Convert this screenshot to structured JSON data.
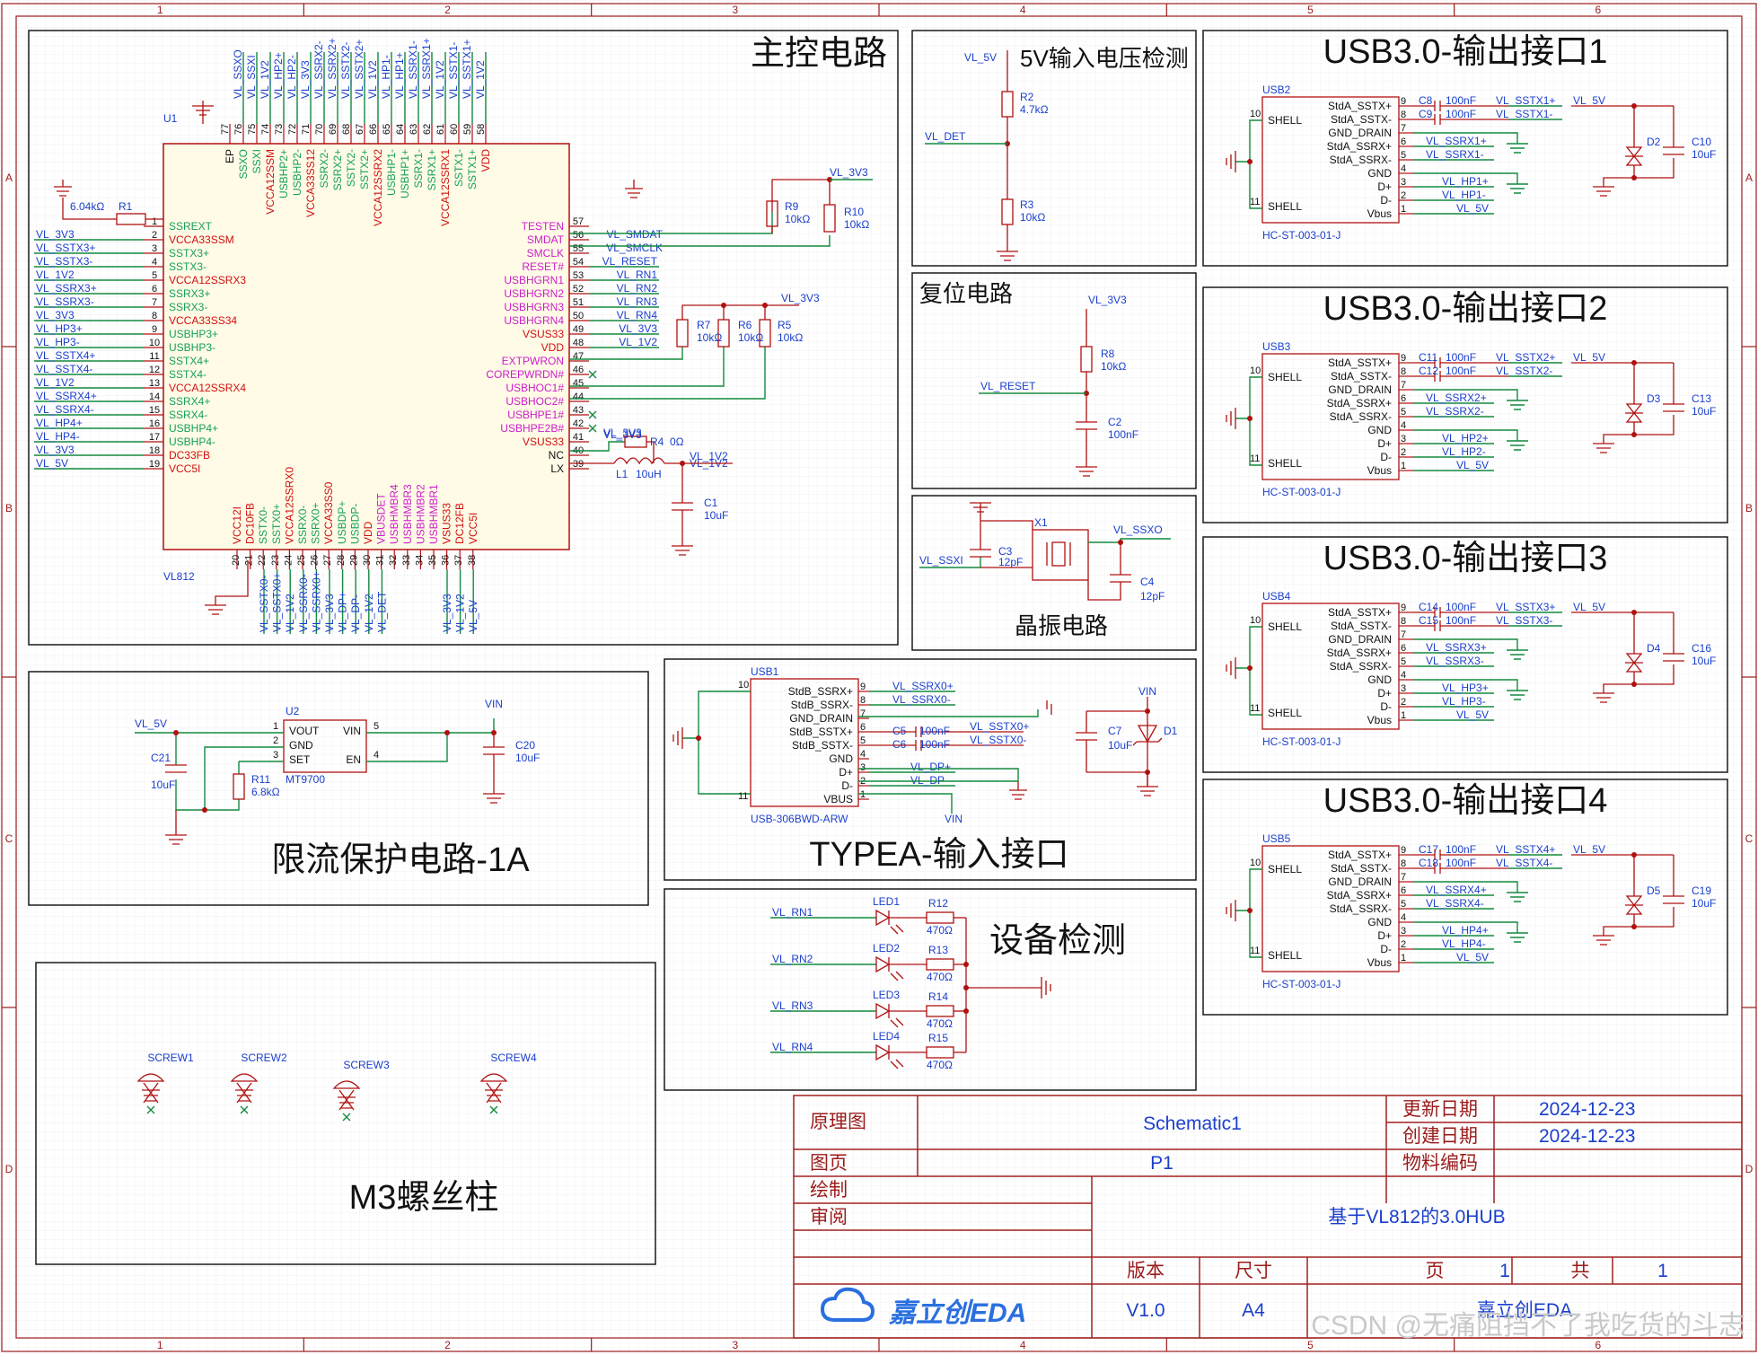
{
  "sections": {
    "main_control": "主控电路",
    "vin_detect": "5V输入电压检测",
    "usb1": "USB3.0-输出接口1",
    "usb2": "USB3.0-输出接口2",
    "usb3": "USB3.0-输出接口3",
    "usb4": "USB3.0-输出接口4",
    "reset": "复位电路",
    "crystal": "晶振电路",
    "current_limit": "限流保护电路-1A",
    "typea_input": "TYPEA-输入接口",
    "device_detect": "设备检测",
    "screw": "M3螺丝柱"
  },
  "main_ic": {
    "ref": "U1",
    "part": "VL812",
    "left_pins": [
      {
        "num": "1",
        "name": "SSREXT",
        "net": ""
      },
      {
        "num": "2",
        "name": "VCCA33SSM",
        "net": "VL_3V3"
      },
      {
        "num": "3",
        "name": "SSTX3+",
        "net": "VL_SSTX3+"
      },
      {
        "num": "4",
        "name": "SSTX3-",
        "net": "VL_SSTX3-"
      },
      {
        "num": "5",
        "name": "VCCA12SSRX3",
        "net": "VL_1V2"
      },
      {
        "num": "6",
        "name": "SSRX3+",
        "net": "VL_SSRX3+"
      },
      {
        "num": "7",
        "name": "SSRX3-",
        "net": "VL_SSRX3-"
      },
      {
        "num": "8",
        "name": "VCCA33SS34",
        "net": "VL_3V3"
      },
      {
        "num": "9",
        "name": "USBHP3+",
        "net": "VL_HP3+"
      },
      {
        "num": "10",
        "name": "USBHP3-",
        "net": "VL_HP3-"
      },
      {
        "num": "11",
        "name": "SSTX4+",
        "net": "VL_SSTX4+"
      },
      {
        "num": "12",
        "name": "SSTX4-",
        "net": "VL_SSTX4-"
      },
      {
        "num": "13",
        "name": "VCCA12SSRX4",
        "net": "VL_1V2"
      },
      {
        "num": "14",
        "name": "SSRX4+",
        "net": "VL_SSRX4+"
      },
      {
        "num": "15",
        "name": "SSRX4-",
        "net": "VL_SSRX4-"
      },
      {
        "num": "16",
        "name": "USBHP4+",
        "net": "VL_HP4+"
      },
      {
        "num": "17",
        "name": "USBHP4-",
        "net": "VL_HP4-"
      },
      {
        "num": "18",
        "name": "DC33FB",
        "net": "VL_3V3"
      },
      {
        "num": "19",
        "name": "VCC5I",
        "net": "VL_5V"
      }
    ],
    "right_pins": [
      {
        "num": "57",
        "name": "TESTEN",
        "net": ""
      },
      {
        "num": "56",
        "name": "SMDAT",
        "net": "VL_SMDAT"
      },
      {
        "num": "55",
        "name": "SMCLK",
        "net": "VL_SMCLK"
      },
      {
        "num": "54",
        "name": "RESET#",
        "net": "VL_RESET"
      },
      {
        "num": "53",
        "name": "USBHGRN1",
        "net": "VL_RN1"
      },
      {
        "num": "52",
        "name": "USBHGRN2",
        "net": "VL_RN2"
      },
      {
        "num": "51",
        "name": "USBHGRN3",
        "net": "VL_RN3"
      },
      {
        "num": "50",
        "name": "USBHGRN4",
        "net": "VL_RN4"
      },
      {
        "num": "49",
        "name": "VSUS33",
        "net": "VL_3V3"
      },
      {
        "num": "48",
        "name": "VDD",
        "net": "VL_1V2"
      },
      {
        "num": "47",
        "name": "EXTPWRON",
        "net": ""
      },
      {
        "num": "46",
        "name": "COREPWRDN#",
        "net": ""
      },
      {
        "num": "45",
        "name": "USBHOC1#",
        "net": ""
      },
      {
        "num": "44",
        "name": "USBHOC2#",
        "net": ""
      },
      {
        "num": "43",
        "name": "USBHPE1#",
        "net": ""
      },
      {
        "num": "42",
        "name": "USBHPE2B#",
        "net": ""
      },
      {
        "num": "41",
        "name": "VSUS33",
        "net": "VL_3V3"
      },
      {
        "num": "40",
        "name": "NC",
        "net": ""
      },
      {
        "num": "39",
        "name": "LX",
        "net": "VL_1V2"
      }
    ],
    "top_pins": [
      {
        "num": "77",
        "name": "EP"
      },
      {
        "num": "76",
        "name": "SSXO"
      },
      {
        "num": "75",
        "name": "SSXI"
      },
      {
        "num": "74",
        "name": "VCCA12SSM"
      },
      {
        "num": "73",
        "name": "USBHP2+"
      },
      {
        "num": "72",
        "name": "USBHP2-"
      },
      {
        "num": "71",
        "name": "VCCA33SS12"
      },
      {
        "num": "70",
        "name": "SSRX2-"
      },
      {
        "num": "69",
        "name": "SSRX2+"
      },
      {
        "num": "68",
        "name": "SSTX2-"
      },
      {
        "num": "67",
        "name": "SSTX2+"
      },
      {
        "num": "66",
        "name": "VCCA12SSRX2"
      },
      {
        "num": "65",
        "name": "USBHP1-"
      },
      {
        "num": "64",
        "name": "USBHP1+"
      },
      {
        "num": "63",
        "name": "SSRX1-"
      },
      {
        "num": "62",
        "name": "SSRX1+"
      },
      {
        "num": "61",
        "name": "VCCA12SSRX1"
      },
      {
        "num": "60",
        "name": "SSTX1-"
      },
      {
        "num": "59",
        "name": "SSTX1+"
      },
      {
        "num": "58",
        "name": "VDD"
      }
    ],
    "top_nets": [
      "VL_SSXO",
      "VL_SSXI",
      "VL_1V2",
      "VL_HP2+",
      "VL_HP2-",
      "VL_3V3",
      "VL_SSRX2-",
      "VL_SSRX2+",
      "VL_SSTX2-",
      "VL_SSTX2+",
      "VL_1V2",
      "VL_HP1-",
      "VL_HP1+",
      "VL_SSRX1-",
      "VL_SSRX1+",
      "VL_1V2",
      "VL_SSTX1-",
      "VL_SSTX1+",
      "VL_1V2"
    ],
    "bottom_pins": [
      {
        "num": "20",
        "name": "VCC12I"
      },
      {
        "num": "21",
        "name": "DC10FB"
      },
      {
        "num": "22",
        "name": "SSTX0-"
      },
      {
        "num": "23",
        "name": "SSTX0+"
      },
      {
        "num": "24",
        "name": "VCCA12SSRX0"
      },
      {
        "num": "25",
        "name": "SSRX0-"
      },
      {
        "num": "26",
        "name": "SSRX0+"
      },
      {
        "num": "27",
        "name": "VCCA33SS0"
      },
      {
        "num": "28",
        "name": "USBDP+"
      },
      {
        "num": "29",
        "name": "USBDP-"
      },
      {
        "num": "30",
        "name": "VDD"
      },
      {
        "num": "31",
        "name": "VBUSDET"
      },
      {
        "num": "32",
        "name": "USBHMBR4"
      },
      {
        "num": "33",
        "name": "USBHMBR3"
      },
      {
        "num": "34",
        "name": "USBHMBR2"
      },
      {
        "num": "35",
        "name": "USBHMBR1"
      },
      {
        "num": "36",
        "name": "VSUS33"
      },
      {
        "num": "37",
        "name": "DC12FB"
      },
      {
        "num": "38",
        "name": "VCC5I"
      }
    ],
    "bottom_nets": [
      "VL_SSTX0-",
      "VL_SSTX0+",
      "VL_1V2",
      "VL_SSRX0-",
      "VL_SSRX0+",
      "VL_3V3",
      "VL_DP+",
      "VL_DP-",
      "VL_1V2",
      "VL_DET",
      "VL_3V3",
      "VL_1V2",
      "VL_5V"
    ]
  },
  "main_parts": {
    "r1": {
      "ref": "R1",
      "value": "6.04kΩ"
    },
    "r9": {
      "ref": "R9",
      "value": "10kΩ"
    },
    "r10": {
      "ref": "R10",
      "value": "10kΩ"
    },
    "r7": {
      "ref": "R7",
      "value": "10kΩ"
    },
    "r6": {
      "ref": "R6",
      "value": "10kΩ"
    },
    "r5": {
      "ref": "R5",
      "value": "10kΩ"
    },
    "r4": {
      "ref": "R4",
      "value": "0Ω"
    },
    "l1": {
      "ref": "L1",
      "value": "10uH"
    },
    "c1": {
      "ref": "C1",
      "value": "10uF"
    },
    "net_3v3": "VL_3V3",
    "net_1v2": "VL_1V2"
  },
  "vin_detect": {
    "net_5v": "VL_5V",
    "net_det": "VL_DET",
    "r2": {
      "ref": "R2",
      "value": "4.7kΩ"
    },
    "r3": {
      "ref": "R3",
      "value": "10kΩ"
    }
  },
  "reset": {
    "net_3v3": "VL_3V3",
    "net_reset": "VL_RESET",
    "r8": {
      "ref": "R8",
      "value": "10kΩ"
    },
    "c2": {
      "ref": "C2",
      "value": "100nF"
    }
  },
  "crystal": {
    "ref": "X1",
    "net_xi": "VL_SSXI",
    "net_xo": "VL_SSXO",
    "c3": {
      "ref": "C3",
      "value": "12pF"
    },
    "c4": {
      "ref": "C4",
      "value": "12pF"
    }
  },
  "usb_out": [
    {
      "ref": "USB2",
      "part": "HC-ST-003-01-J",
      "c_tx_p": "C8",
      "c_tx_n": "C9",
      "c_cap": "100nF",
      "tx_p": "VL_SSTX1+",
      "tx_n": "VL_SSTX1-",
      "rx_p": "VL_SSRX1+",
      "rx_n": "VL_SSRX1-",
      "hp_p": "VL_HP1+",
      "hp_n": "VL_HP1-",
      "vbus": "VL_5V",
      "vnet": "VL_5V",
      "diode": "D2",
      "bulk": "C10",
      "bulk_val": "10uF"
    },
    {
      "ref": "USB3",
      "part": "HC-ST-003-01-J",
      "c_tx_p": "C11",
      "c_tx_n": "C12",
      "c_cap": "100nF",
      "tx_p": "VL_SSTX2+",
      "tx_n": "VL_SSTX2-",
      "rx_p": "VL_SSRX2+",
      "rx_n": "VL_SSRX2-",
      "hp_p": "VL_HP2+",
      "hp_n": "VL_HP2-",
      "vbus": "VL_5V",
      "vnet": "VL_5V",
      "diode": "D3",
      "bulk": "C13",
      "bulk_val": "10uF"
    },
    {
      "ref": "USB4",
      "part": "HC-ST-003-01-J",
      "c_tx_p": "C14",
      "c_tx_n": "C15",
      "c_cap": "100nF",
      "tx_p": "VL_SSTX3+",
      "tx_n": "VL_SSTX3-",
      "rx_p": "VL_SSRX3+",
      "rx_n": "VL_SSRX3-",
      "hp_p": "VL_HP3+",
      "hp_n": "VL_HP3-",
      "vbus": "VL_5V",
      "vnet": "VL_5V",
      "diode": "D4",
      "bulk": "C16",
      "bulk_val": "10uF"
    },
    {
      "ref": "USB5",
      "part": "HC-ST-003-01-J",
      "c_tx_p": "C17",
      "c_tx_n": "C18",
      "c_cap": "100nF",
      "tx_p": "VL_SSTX4+",
      "tx_n": "VL_SSTX4-",
      "rx_p": "VL_SSRX4+",
      "rx_n": "VL_SSRX4-",
      "hp_p": "VL_HP4+",
      "hp_n": "VL_HP4-",
      "vbus": "VL_5V",
      "vnet": "VL_5V",
      "diode": "D5",
      "bulk": "C19",
      "bulk_val": "10uF"
    }
  ],
  "usb_out_pins": [
    {
      "name": "StdA_SSTX+",
      "num": "9"
    },
    {
      "name": "StdA_SSTX-",
      "num": "8"
    },
    {
      "name": "GND_DRAIN",
      "num": "7"
    },
    {
      "name": "StdA_SSRX+",
      "num": "6"
    },
    {
      "name": "StdA_SSRX-",
      "num": "5"
    },
    {
      "name": "GND",
      "num": "4"
    },
    {
      "name": "D+",
      "num": "3"
    },
    {
      "name": "D-",
      "num": "2"
    },
    {
      "name": "Vbus",
      "num": "1"
    }
  ],
  "usb_shell": {
    "label": "SHELL",
    "pin_a": "10",
    "pin_b": "11"
  },
  "current_limit": {
    "ref": "U2",
    "part": "MT9700",
    "net_in": "VL_5V",
    "net_vin": "VIN",
    "pins": [
      {
        "num": "1",
        "name": "VOUT"
      },
      {
        "num": "2",
        "name": "GND"
      },
      {
        "num": "3",
        "name": "SET"
      }
    ],
    "pins_r": [
      {
        "num": "5",
        "name": "VIN"
      },
      {
        "num": "4",
        "name": "EN"
      }
    ],
    "c21": {
      "ref": "C21",
      "value": "10uF"
    },
    "r11": {
      "ref": "R11",
      "value": "6.8kΩ"
    },
    "c20": {
      "ref": "C20",
      "value": "10uF"
    }
  },
  "typea": {
    "ref": "USB1",
    "part": "USB-306BWD-ARW",
    "net_vin": "VIN",
    "pins": [
      {
        "name": "StdB_SSRX+",
        "num": "9",
        "net": "VL_SSRX0+"
      },
      {
        "name": "StdB_SSRX-",
        "num": "8",
        "net": "VL_SSRX0-"
      },
      {
        "name": "GND_DRAIN",
        "num": "7",
        "net": ""
      },
      {
        "name": "StdB_SSTX+",
        "num": "6",
        "net": "VL_SSTX0+"
      },
      {
        "name": "StdB_SSTX-",
        "num": "5",
        "net": "VL_SSTX0-"
      },
      {
        "name": "GND",
        "num": "4",
        "net": ""
      },
      {
        "name": "D+",
        "num": "3",
        "net": "VL_DP+"
      },
      {
        "name": "D-",
        "num": "2",
        "net": "VL_DP-"
      },
      {
        "name": "VBUS",
        "num": "1",
        "net": ""
      }
    ],
    "shell_a": "10",
    "shell_b": "11",
    "c5": {
      "ref": "C5",
      "value": "100nF"
    },
    "c6": {
      "ref": "C6",
      "value": "100nF"
    },
    "c7": {
      "ref": "C7",
      "value": "10uF"
    },
    "d1": "D1"
  },
  "device_detect": [
    {
      "net": "VL_RN1",
      "led": "LED1",
      "r": "R12",
      "value": "470Ω"
    },
    {
      "net": "VL_RN2",
      "led": "LED2",
      "r": "R13",
      "value": "470Ω"
    },
    {
      "net": "VL_RN3",
      "led": "LED3",
      "r": "R14",
      "value": "470Ω"
    },
    {
      "net": "VL_RN4",
      "led": "LED4",
      "r": "R15",
      "value": "470Ω"
    }
  ],
  "screws": [
    "SCREW1",
    "SCREW2",
    "SCREW3",
    "SCREW4"
  ],
  "title_block": {
    "type_label": "原理图",
    "type_value": "Schematic1",
    "update_label": "更新日期",
    "update_value": "2024-12-23",
    "create_label": "创建日期",
    "create_value": "2024-12-23",
    "page_label": "图页",
    "page_value": "P1",
    "part_code_label": "物料编码",
    "draw_label": "绘制",
    "review_label": "审阅",
    "project": "基于VL812的3.0HUB",
    "version_label": "版本",
    "size_label": "尺寸",
    "page_no_label": "页",
    "page_no": "1",
    "total_label": "共",
    "total": "1",
    "version": "V1.0",
    "size": "A4",
    "logo_text": "嘉立创EDA",
    "company": "嘉立创EDA"
  },
  "grid": {
    "cols": [
      "1",
      "2",
      "3",
      "4",
      "5",
      "6"
    ],
    "rows": [
      "A",
      "B",
      "C",
      "D"
    ]
  },
  "watermark": "CSDN @无痛阻挡不了我吃货的斗志"
}
